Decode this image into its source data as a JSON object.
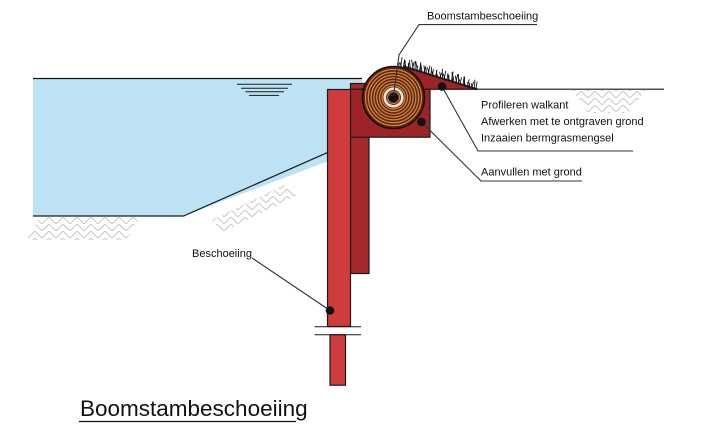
{
  "figure": {
    "caption": "Boomstambeschoeiing",
    "callouts": {
      "log": "Boomstambeschoeiing",
      "bank_line1": "Profileren walkant",
      "bank_line2": "Afwerken met te ontgraven grond",
      "bank_line3": "Inzaaien bermgrasmengsel",
      "fill": "Aanvullen met grond",
      "sheet_pile": "Beschoeiing"
    },
    "colors": {
      "water": "#bde2f3",
      "post": "#d03b3e",
      "plank": "#a52a2e",
      "soil_block": "#9c2327",
      "log_dark": "#71200f",
      "log_ring": "#bf9140",
      "log_core_ring": "#f0e8d8",
      "hatch": "#c8c8c8",
      "line": "#1a1a1a"
    }
  }
}
